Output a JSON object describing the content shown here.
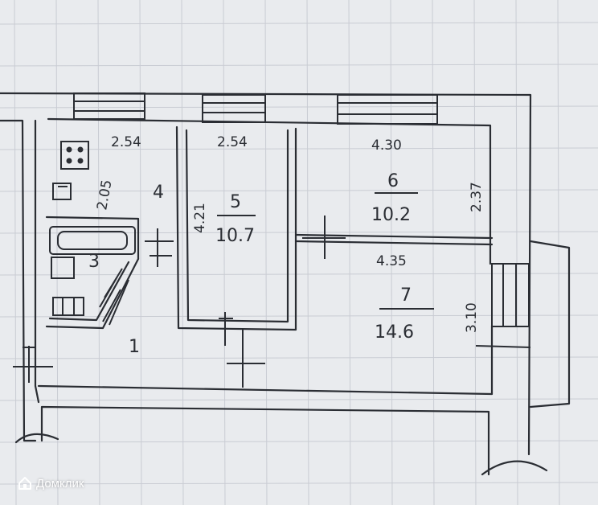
{
  "plan": {
    "dimensions": {
      "kitchen_width": "2.54",
      "room5_width": "2.54",
      "room6_width": "4.30",
      "kitchen_depth": "2.05",
      "room5_depth": "4.21",
      "room6_depth": "2.37",
      "room7_width": "4.35",
      "room7_depth": "3.10"
    },
    "rooms": {
      "hall": {
        "number": "1"
      },
      "bath": {
        "number": "3"
      },
      "kitchen": {
        "number": "4"
      },
      "room5": {
        "number": "5",
        "area": "10.7"
      },
      "room6": {
        "number": "6",
        "area": "10.2"
      },
      "room7": {
        "number": "7",
        "area": "14.6"
      }
    }
  },
  "watermark": {
    "text": "Домклик",
    "icon": "house-icon"
  }
}
